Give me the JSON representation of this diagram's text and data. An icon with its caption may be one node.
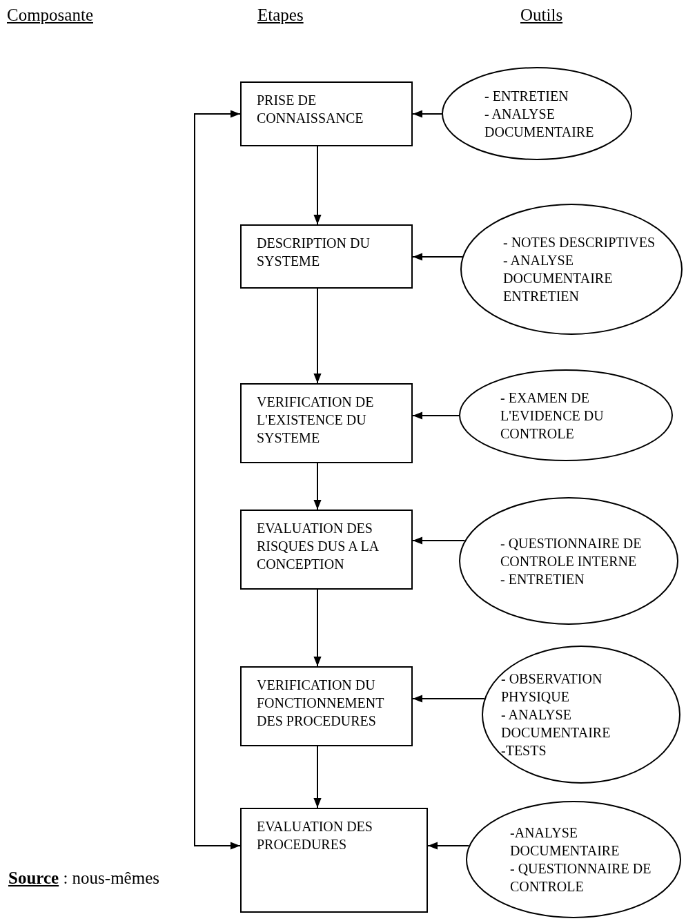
{
  "diagram": {
    "nodes": [
      {
        "text": [
          "PRISE DE CONNAISSANCE"
        ]
      },
      {
        "text": [
          "- ENTRETIEN",
          "- ANALYSE DOCUMENTAIRE"
        ]
      },
      {
        "text": [
          "DESCRIPTION DU SYSTEME"
        ]
      },
      {
        "text": [
          "- NOTES DESCRIPTIVES",
          "- ANALYSE DOCUMENTAIRE ENTRETIEN"
        ]
      },
      {
        "text": [
          "VERIFICATION DE L'EXISTENCE DU SYSTEME"
        ]
      },
      {
        "text": [
          "- EXAMEN DE L'EVIDENCE DU CONTROLE"
        ]
      },
      {
        "text": [
          "EVALUATION DES RISQUES DUS A LA CONCEPTION"
        ]
      },
      {
        "text": [
          "- QUESTIONNAIRE DE CONTROLE INTERNE",
          "- ENTRETIEN"
        ]
      },
      {
        "text": [
          "VERIFICATION DU FONCTIONNEMENT DES PROCEDURES"
        ]
      },
      {
        "text": [
          "- OBSERVATION PHYSIQUE",
          "- ANALYSE DOCUMENTAIRE",
          "-TESTS"
        ]
      },
      {
        "text": [
          "EVALUATION DES PROCEDURES"
        ]
      },
      {
        "text": [
          "-ANALYSE DOCUMENTAIRE",
          "- QUESTIONNAIRE DE CONTROLE"
        ]
      }
    ],
    "edges": [
      {
        "from": 1,
        "to": 0,
        "arrow": "to"
      },
      {
        "from": 0,
        "to": 2,
        "arrow": "to"
      },
      {
        "from": 3,
        "to": 2,
        "arrow": "to"
      },
      {
        "from": 2,
        "to": 4,
        "arrow": "to"
      },
      {
        "from": 5,
        "to": 4,
        "arrow": "to"
      },
      {
        "from": 4,
        "to": 6,
        "arrow": "to"
      },
      {
        "from": 7,
        "to": 6,
        "arrow": "to"
      },
      {
        "from": 6,
        "to": 8,
        "arrow": "to"
      },
      {
        "from": 9,
        "to": 8,
        "arrow": "to"
      },
      {
        "from": 8,
        "to": 10,
        "arrow": "to"
      },
      {
        "from": 11,
        "to": 10,
        "arrow": "to"
      },
      {
        "from": 10,
        "to": 0,
        "arrow": "both"
      }
    ],
    "labels": [
      "Composante",
      "Etapes",
      "Outils",
      "**Source** : nous-mêmes"
    ]
  }
}
